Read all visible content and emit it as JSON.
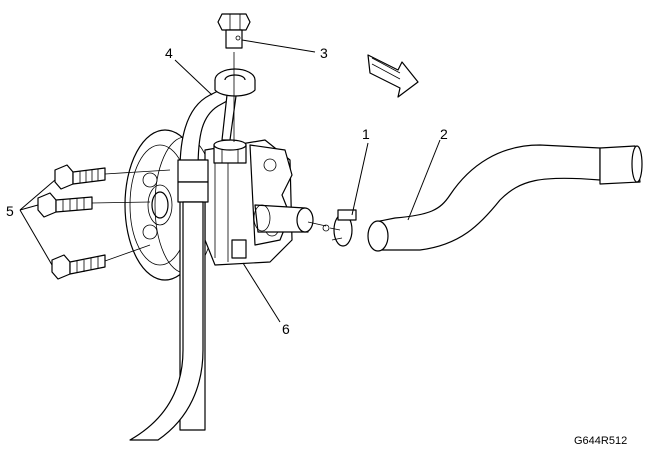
{
  "callouts": {
    "c1": "1",
    "c2": "2",
    "c3": "3",
    "c4": "4",
    "c5": "5",
    "c6": "6"
  },
  "figure_id": "G644R512",
  "icons": {
    "direction_arrow": "view-direction-arrow-icon"
  },
  "colors": {
    "line": "#000000",
    "background": "#ffffff"
  }
}
